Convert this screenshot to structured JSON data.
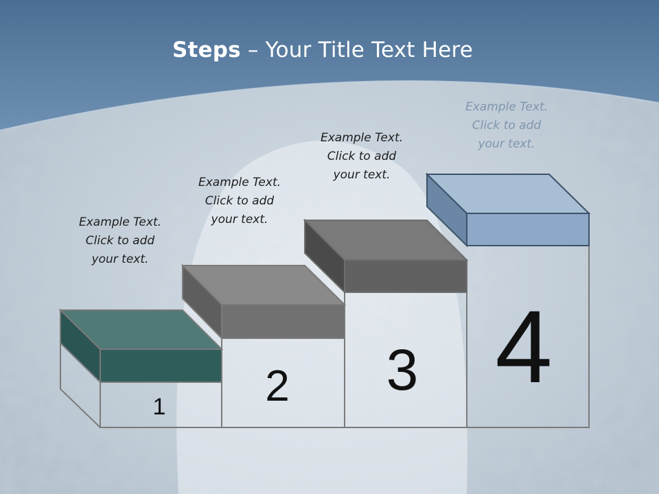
{
  "slide": {
    "title_bold": "Steps",
    "title_rest": " – Your Title Text Here"
  },
  "steps": [
    {
      "number": "1",
      "caption": "Example Text.\nClick  to add\nyour text.",
      "color": "#2b5a56"
    },
    {
      "number": "2",
      "caption": "Example Text.\nClick  to add\nyour text.",
      "color": "#6a6a6a"
    },
    {
      "number": "3",
      "caption": "Example Text.\nClick  to add\nyour text.",
      "color": "#5b5b5b"
    },
    {
      "number": "4",
      "caption": "Example Text.\nClick  to add\nyour text.",
      "color": "#8aa5c3"
    }
  ],
  "colors": {
    "header": "#5a7fa3",
    "outline": "#7a7a7a"
  }
}
